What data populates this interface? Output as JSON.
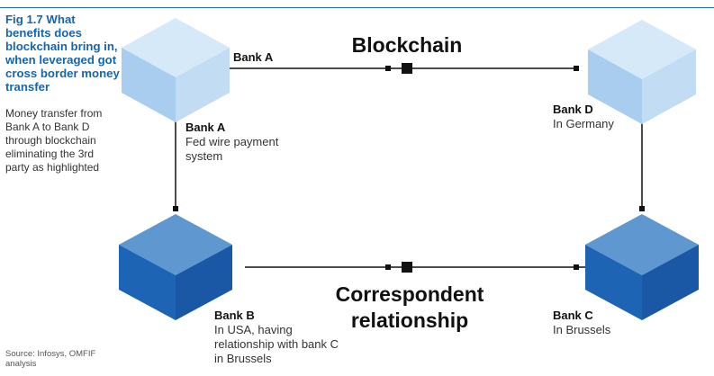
{
  "figure": {
    "title": "Fig 1.7 What benefits does blockchain bring in, when leveraged got cross border money transfer",
    "description": "Money transfer from Bank A to Bank D through blockchain eliminating the 3rd party as highlighted",
    "source": "Source: Infosys, OMFIF analysis"
  },
  "headings": {
    "blockchain": "Blockchain",
    "correspondent": "Correspondent relationship"
  },
  "banks": {
    "a_top_label": "Bank A",
    "a": {
      "name": "Bank A",
      "desc": "Fed wire payment system"
    },
    "b": {
      "name": "Bank B",
      "desc": "In USA, having relationship with bank C in Brussels"
    },
    "c": {
      "name": "Bank C",
      "desc": "In Brussels"
    },
    "d": {
      "name": "Bank D",
      "desc": "In Germany"
    }
  },
  "colors": {
    "accent": "#1565b0",
    "light_cube_top": "#d6e9f8",
    "light_cube_left": "#a9cdee",
    "light_cube_right": "#c1dcf3",
    "dark_cube_top": "#5f97d1",
    "dark_cube_left": "#1e64b4",
    "dark_cube_right": "#1a58a6",
    "connector": "#111111"
  }
}
